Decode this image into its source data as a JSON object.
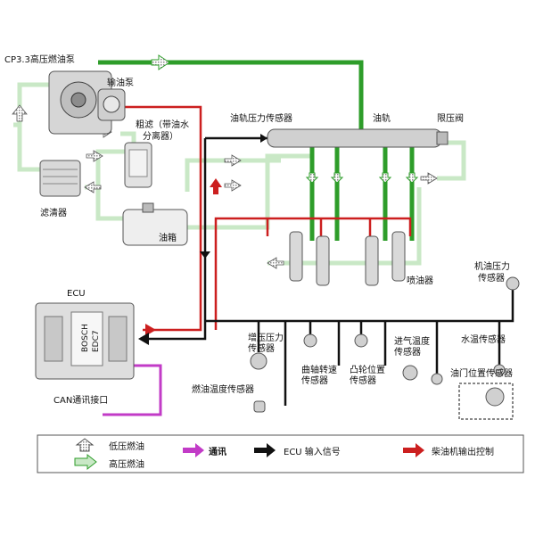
{
  "labels": {
    "pump": "CP3.3高压燃油泵",
    "feed_pump": "输油泵",
    "coarse_filter_1": "粗滤（带油水",
    "coarse_filter_2": "分离器）",
    "fine_filter": "滤清器",
    "tank": "油箱",
    "rail_pressure_sensor": "油轨压力传感器",
    "rail": "油轨",
    "pressure_limit_valve": "限压阀",
    "injector": "喷油器",
    "ecu": "ECU",
    "ecu_brand": "BOSCH",
    "ecu_model": "EDC7",
    "can": "CAN通讯接口",
    "oil_pressure_sensor_1": "机油压力",
    "oil_pressure_sensor_2": "传感器",
    "boost_sensor_1": "增压压力",
    "boost_sensor_2": "传感器",
    "fuel_temp_sensor": "燃油温度传感器",
    "crank_sensor_1": "曲轴转速",
    "crank_sensor_2": "传感器",
    "cam_sensor_1": "凸轮位置",
    "cam_sensor_2": "传感器",
    "intake_temp_sensor_1": "进气温度",
    "intake_temp_sensor_2": "传感器",
    "coolant_temp_sensor": "水温传感器",
    "throttle_sensor": "油门位置传感器"
  },
  "legend": {
    "low_pressure": "低压燃油",
    "high_pressure": "高压燃油",
    "comm": "通讯",
    "ecu_input": "ECU 输入信号",
    "engine_output": "柴油机输出控制"
  },
  "colors": {
    "high_pressure": "#2e9d2a",
    "low_pressure": "#c9e8c6",
    "output_control": "#cc1f1f",
    "ecu_input": "#111111",
    "comm": "#c23bc7"
  }
}
